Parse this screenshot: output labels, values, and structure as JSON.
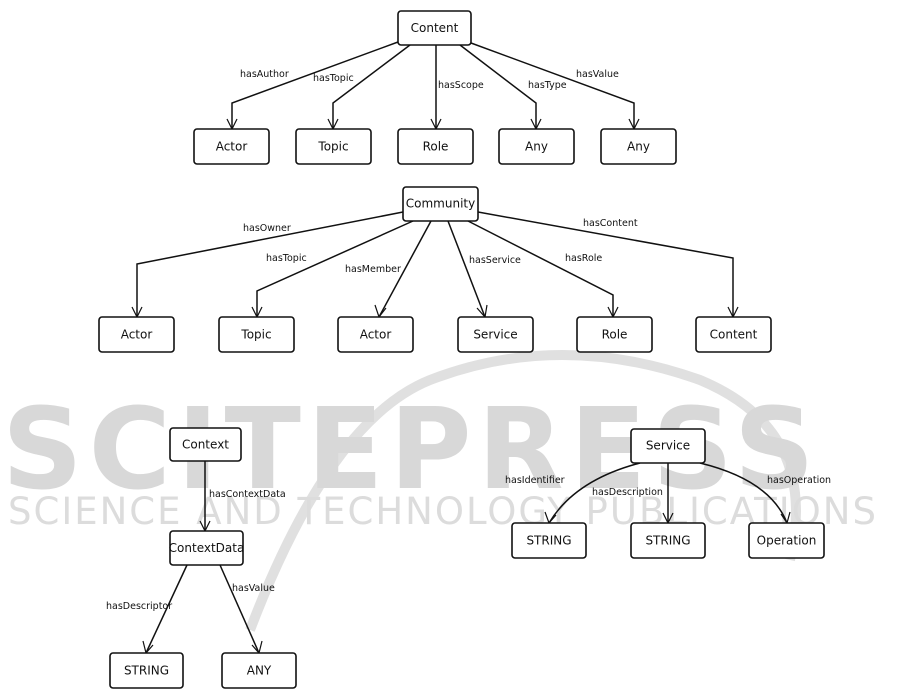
{
  "watermark": {
    "title": "SCITEPRESS",
    "subtitle": "SCIENCE AND TECHNOLOGY PUBLICATIONS"
  },
  "content_diagram": {
    "root": "Content",
    "children": [
      "Actor",
      "Topic",
      "Role",
      "Any",
      "Any"
    ],
    "edges": [
      "hasAuthor",
      "hasTopic",
      "hasScope",
      "hasType",
      "hasValue"
    ]
  },
  "community_diagram": {
    "root": "Community",
    "children": [
      "Actor",
      "Topic",
      "Actor",
      "Service",
      "Role",
      "Content"
    ],
    "edges": [
      "hasOwner",
      "hasTopic",
      "hasMember",
      "hasService",
      "hasRole",
      "hasContent"
    ]
  },
  "context_diagram": {
    "root": "Context",
    "middle": "ContextData",
    "root_edge": "hasContextData",
    "children": [
      "STRING",
      "ANY"
    ],
    "edges": [
      "hasDescriptor",
      "hasValue"
    ]
  },
  "service_diagram": {
    "root": "Service",
    "children": [
      "STRING",
      "STRING",
      "Operation"
    ],
    "edges": [
      "hasIdentifier",
      "hasDescription",
      "hasOperation"
    ]
  }
}
